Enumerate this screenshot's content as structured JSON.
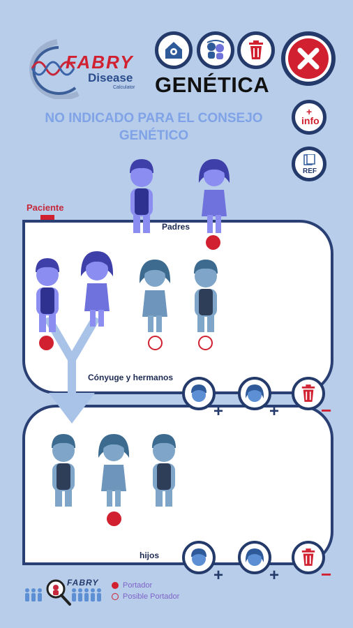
{
  "logo": {
    "brand": "FABRY",
    "sub": "Disease",
    "tag": "Calculator"
  },
  "header": {
    "title": "GENÉTICA"
  },
  "warning": {
    "text": "NO INDICADO PARA EL CONSEJO GENÉTICO"
  },
  "side": {
    "info_label": "info",
    "ref_label": "REF"
  },
  "labels": {
    "patient": "Paciente",
    "parents": "Padres",
    "spouse_siblings": "Cónyuge y hermanos",
    "children": "hijos"
  },
  "controls": {
    "plus": "+",
    "minus": "−"
  },
  "legend": {
    "brand": "FABRY",
    "carrier": "Portador",
    "possible_carrier": "Posible Portador"
  },
  "colors": {
    "background": "#b7cdea",
    "navy": "#233a6b",
    "carrier_red": "#d1202f",
    "purple": "#6c6fe0",
    "gray": "#5e7fa3"
  }
}
